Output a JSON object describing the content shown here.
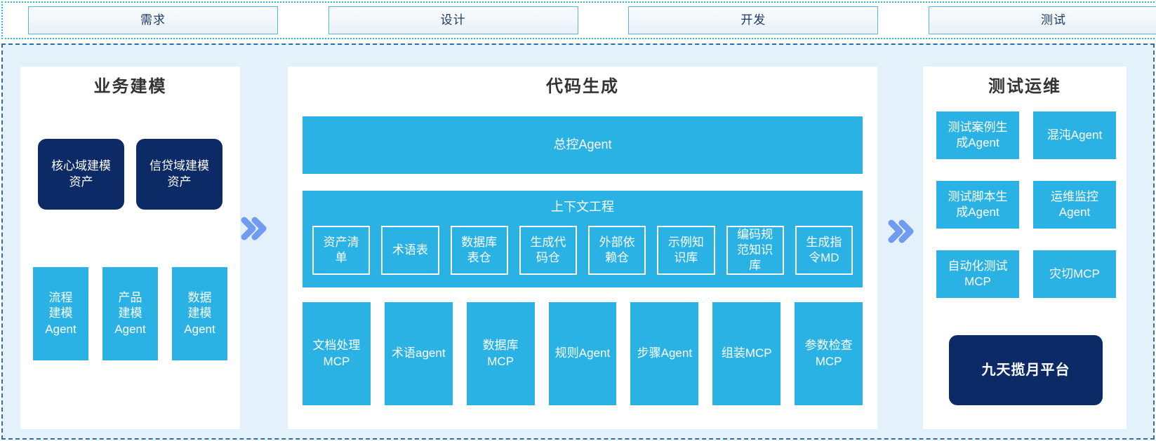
{
  "phases": [
    {
      "label": "需求"
    },
    {
      "label": "设计"
    },
    {
      "label": "开发"
    },
    {
      "label": "测试"
    }
  ],
  "business_modeling": {
    "title": "业务建模",
    "assets": [
      {
        "label": "核心域建模\n资产"
      },
      {
        "label": "信贷域建模\n资产"
      }
    ],
    "agents": [
      {
        "label": "流程\n建模\nAgent"
      },
      {
        "label": "产品\n建模\nAgent"
      },
      {
        "label": "数据\n建模\nAgent"
      }
    ]
  },
  "code_generation": {
    "title": "代码生成",
    "master_agent": "总控Agent",
    "context_engineering": {
      "title": "上下文工程",
      "items": [
        {
          "label": "资产清\n单"
        },
        {
          "label": "术语表"
        },
        {
          "label": "数据库\n表仓"
        },
        {
          "label": "生成代\n码仓"
        },
        {
          "label": "外部依\n赖仓"
        },
        {
          "label": "示例知\n识库"
        },
        {
          "label": "编码规\n范知识\n库"
        },
        {
          "label": "生成指\n令MD"
        }
      ]
    },
    "tools": [
      {
        "label": "文档处理\nMCP"
      },
      {
        "label": "术语agent"
      },
      {
        "label": "数据库\nMCP"
      },
      {
        "label": "规则Agent"
      },
      {
        "label": "步骤Agent"
      },
      {
        "label": "组装MCP"
      },
      {
        "label": "参数检查\nMCP"
      }
    ]
  },
  "test_ops": {
    "title": "测试运维",
    "tools": [
      {
        "label": "测试案例生\n成Agent"
      },
      {
        "label": "混沌Agent"
      },
      {
        "label": "测试脚本生\n成Agent"
      },
      {
        "label": "运维监控\nAgent"
      },
      {
        "label": "自动化测试\nMCP"
      },
      {
        "label": "灾切MCP"
      }
    ],
    "platform": "九天揽月平台"
  },
  "colors": {
    "accent_cyan": "#29b2e3",
    "navy": "#0c2a66",
    "chevron_blue": "#6f9cf0",
    "region_bg": "#e3f1fa",
    "dashed_border": "#2f6da8",
    "dotted_border": "#29b5e8"
  }
}
